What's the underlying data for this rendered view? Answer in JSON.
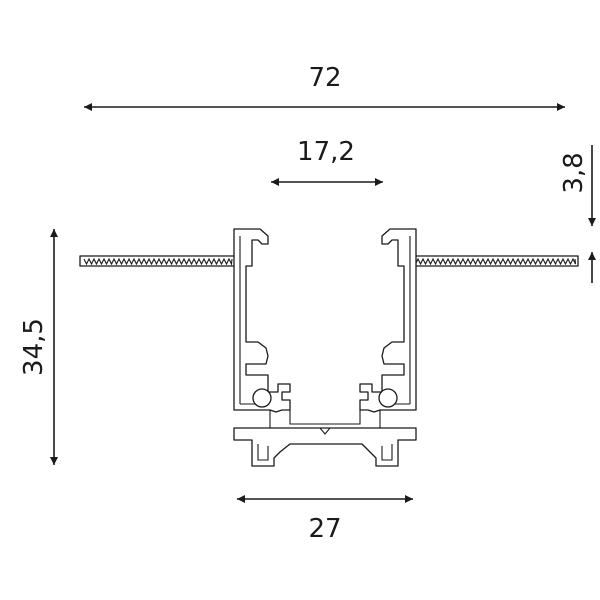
{
  "drawing": {
    "dimensions": {
      "total_width": "72",
      "opening_width": "17,2",
      "flange_thickness": "3,8",
      "profile_height": "34,5",
      "base_width": "27"
    },
    "colors": {
      "line": "#1a1a1a",
      "background": "#ffffff"
    }
  }
}
